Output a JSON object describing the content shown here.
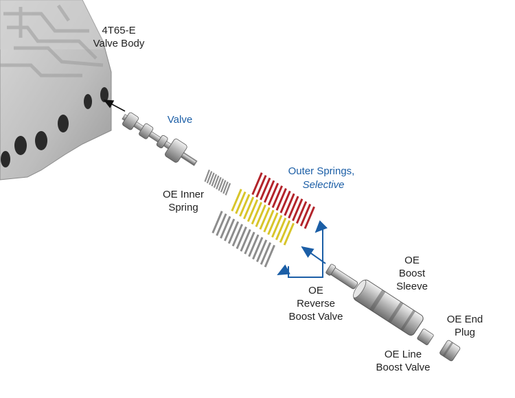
{
  "labels": {
    "valve_body": "4T65-E\nValve Body",
    "valve": "Valve",
    "inner_spring": "OE Inner\nSpring",
    "outer_springs": "Outer Springs,",
    "outer_springs_sub": "Selective",
    "reverse_boost_valve": "OE\nReverse\nBoost Valve",
    "boost_sleeve": "OE\nBoost\nSleeve",
    "end_plug": "OE End\nPlug",
    "line_boost_valve": "OE Line\nBoost Valve"
  },
  "colors": {
    "label_text": "#222222",
    "accent_blue": "#1b5ea6",
    "spring_red": "#b3242b",
    "spring_yellow": "#d8c52a",
    "spring_gray": "#8d8d8d",
    "metal": "#b9b9b9",
    "casting": "#c4c4c4"
  }
}
